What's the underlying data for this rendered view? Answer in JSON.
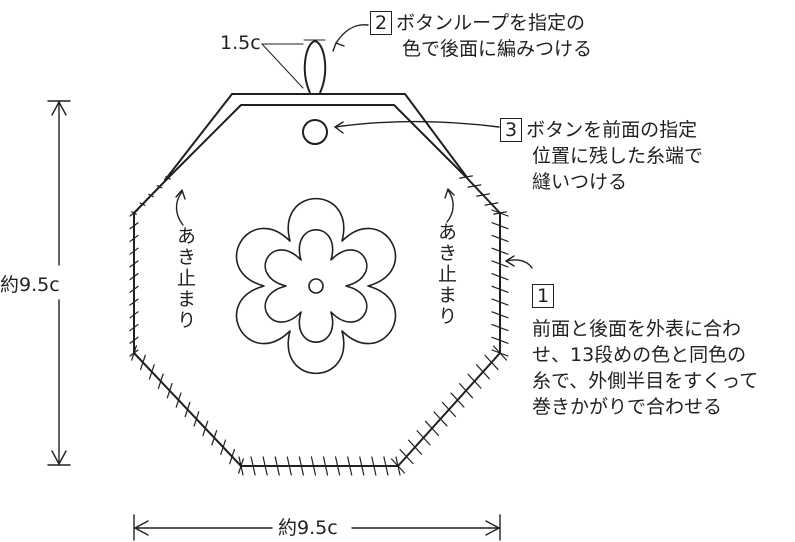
{
  "colors": {
    "ink": "#231f20",
    "paper": "#ffffff"
  },
  "labels": {
    "loop_size": "1.5c",
    "height": "約9.5c",
    "width": "約9.5c",
    "opening_left": "あき止まり",
    "opening_right": "あき止まり"
  },
  "steps": [
    {
      "number": "1",
      "lines": [
        "前面と後面を外表に合わ",
        "せ、13段めの色と同色の",
        "糸で、外側半目をすくって",
        "巻きかがりで合わせる"
      ]
    },
    {
      "number": "2",
      "lines": [
        "ボタンループを指定の",
        "色で後面に編みつける"
      ]
    },
    {
      "number": "3",
      "lines": [
        "ボタンを前面の指定",
        "位置に残した糸端で",
        "縫いつける"
      ]
    }
  ]
}
